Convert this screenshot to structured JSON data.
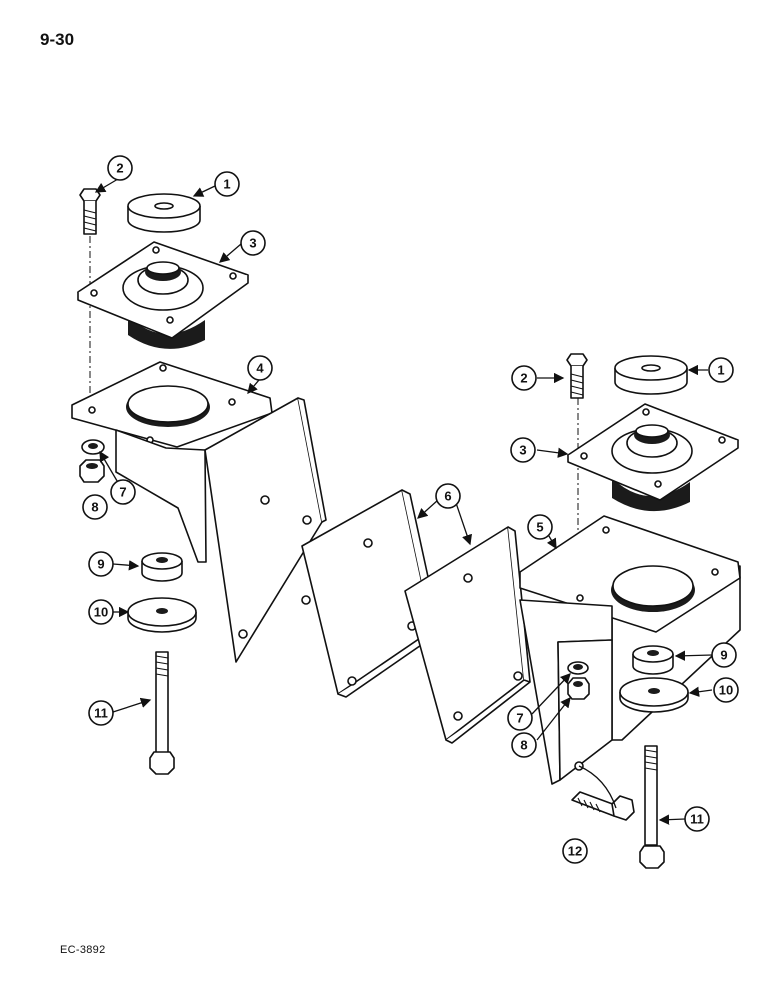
{
  "page": {
    "number": "9-30",
    "figure_code": "EC-3892"
  },
  "callouts": {
    "c1a": "1",
    "c2a": "2",
    "c3a": "3",
    "c4": "4",
    "c7a": "7",
    "c8a": "8",
    "c9a": "9",
    "c10a": "10",
    "c11a": "11",
    "c6": "6",
    "c1b": "1",
    "c2b": "2",
    "c3b": "3",
    "c5": "5",
    "c9b": "9",
    "c10b": "10",
    "c7b": "7",
    "c8b": "8",
    "c12": "12",
    "c11b": "11"
  }
}
